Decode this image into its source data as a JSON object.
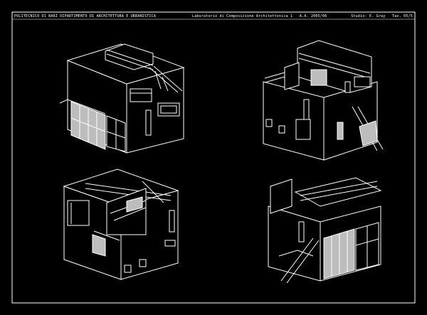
{
  "title_block": {
    "left": "POLITECNICO DI BARI  DIPARTIMENTO DI ARCHITETTURA E URBANISTICA",
    "center": "Laboratorio di Composizione Architettonica 1",
    "center_code": "A.A. 2005/06",
    "right": "Studio: E. Gray",
    "right_code": "Tav. 05/5",
    "views": [
      {
        "name": "view-top-left"
      },
      {
        "name": "view-top-right"
      },
      {
        "name": "view-bottom-left"
      },
      {
        "name": "view-bottom-right"
      }
    ]
  },
  "colors": {
    "background": "#000000",
    "line": "#ffffff",
    "fill": "#000000",
    "glass": "#bdbdbd"
  }
}
